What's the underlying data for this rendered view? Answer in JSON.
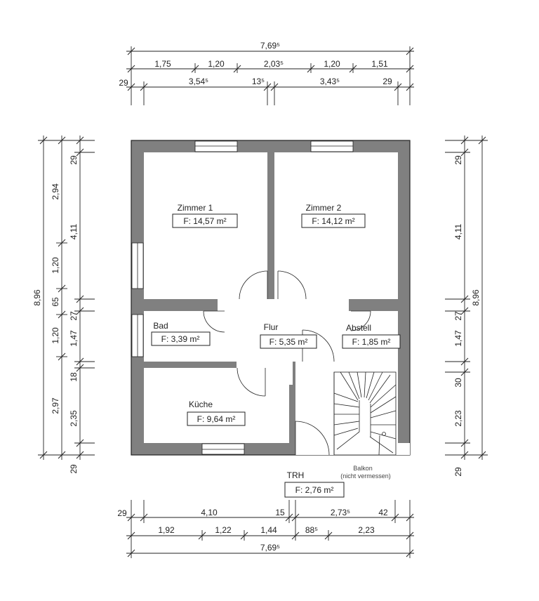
{
  "rooms": {
    "zimmer1": {
      "name": "Zimmer 1",
      "area": "F: 14,57 m²"
    },
    "zimmer2": {
      "name": "Zimmer 2",
      "area": "F: 14,12 m²"
    },
    "bad": {
      "name": "Bad",
      "area": "F: 3,39 m²"
    },
    "flur": {
      "name": "Flur",
      "area": "F: 5,35 m²"
    },
    "abstell": {
      "name": "Abstell",
      "area": "F: 1,85 m²"
    },
    "kueche": {
      "name": "Küche",
      "area": "F: 9,64 m²"
    },
    "trh": {
      "name": "TRH",
      "area": "F: 2,76 m²"
    },
    "balkon": {
      "line1": "Balkon",
      "line2": "(nicht vermessen)"
    }
  },
  "dims": {
    "top_total": "7,69⁵",
    "top_row2": [
      "1,75",
      "1,20",
      "2,03⁵",
      "1,20",
      "1,51"
    ],
    "top_row3": [
      "29",
      "3,54⁵",
      "13⁵",
      "3,43⁵",
      "29"
    ],
    "bottom_row1": [
      "29",
      "4,10",
      "15",
      "2,73⁵",
      "42"
    ],
    "bottom_row2": [
      "1,92",
      "1,22",
      "1,44",
      "88⁵",
      "2,23"
    ],
    "bottom_total": "7,69⁵",
    "left_total": "8,96",
    "left_outer": [
      "2,94",
      "1,20",
      "65",
      "1,20",
      "2,97"
    ],
    "left_inner": [
      "29",
      "4,11",
      "27",
      "1,47",
      "18",
      "2,35",
      "29"
    ],
    "right_total": "8,96",
    "right_inner": [
      "29",
      "4,11",
      "27",
      "1,47",
      "30",
      "2,23",
      "29"
    ]
  }
}
